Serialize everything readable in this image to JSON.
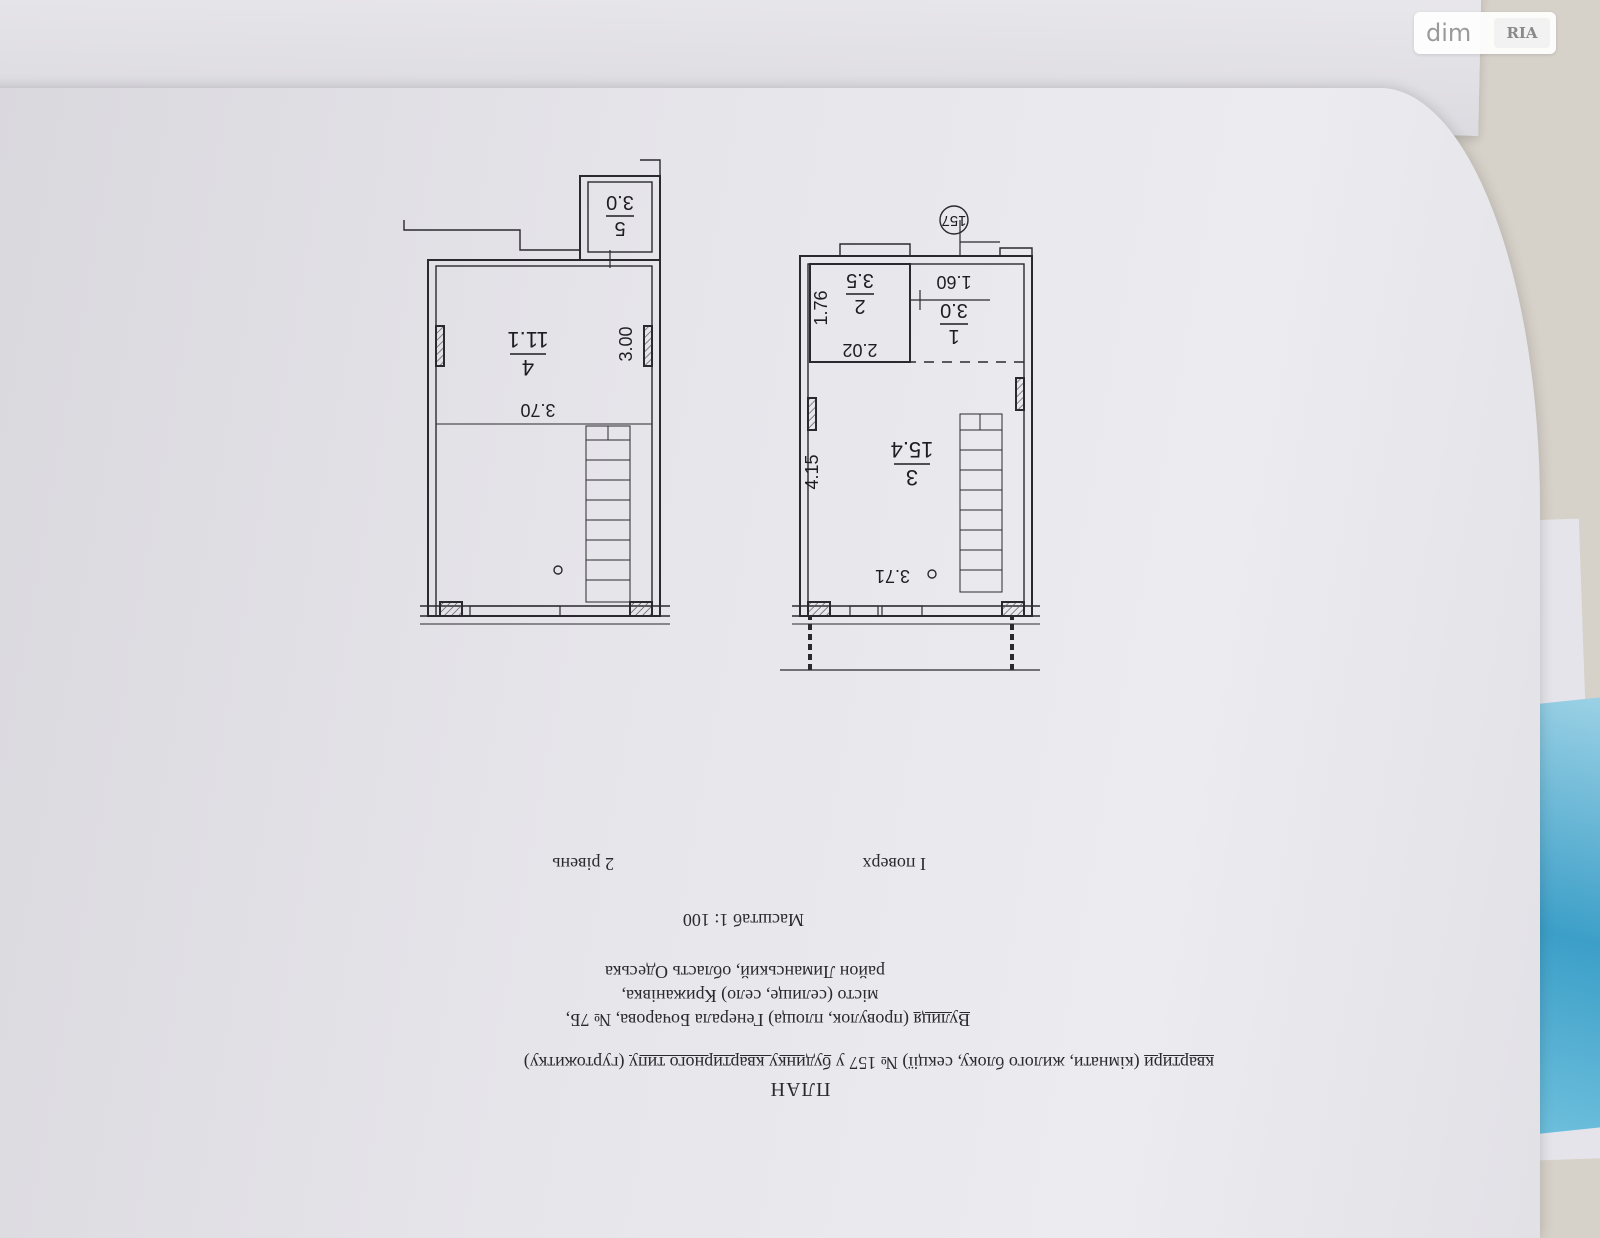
{
  "watermark": {
    "brand": "dim",
    "logo": "RIA"
  },
  "document": {
    "title": "ПЛАН",
    "line1_underlined": "квартири",
    "line1_rest": " (кімнати, жилого блоку, секції) № 157 у ",
    "line1_underlined2": "будинку квартирного типу",
    "line1_end": " (гуртожитку)",
    "line2_underlined": "Вулиця",
    "line2_rest": " (провулок, площа) Генерала Бочарова, № 7Б,",
    "line3": "місто (селище, село) Крижанівка,",
    "line4": "район Лиманський, область Одеська",
    "scale": "Масштаб 1: 100"
  },
  "floors": {
    "first_label": "І поверх",
    "second_label": "2 рівень"
  },
  "plan_first": {
    "apartment_number": "157",
    "room1": {
      "number": "1",
      "area": "3.0"
    },
    "room2": {
      "number": "2",
      "area": "3.5"
    },
    "room3": {
      "number": "3",
      "area": "15.4"
    },
    "dim_160": "1.60",
    "dim_176": "1.76",
    "dim_202": "2.02",
    "dim_415": "4.15",
    "dim_371": "3.71"
  },
  "plan_second": {
    "room4": {
      "number": "4",
      "area": "11.1"
    },
    "room5": {
      "number": "5",
      "area": "3.0"
    },
    "dim_300": "3.00",
    "dim_370": "3.70"
  }
}
